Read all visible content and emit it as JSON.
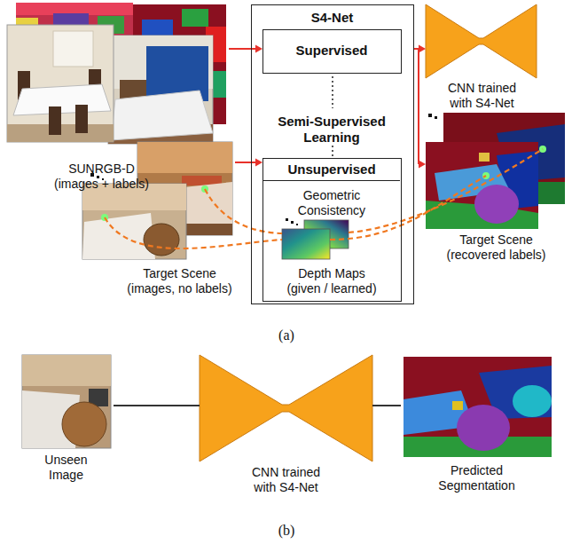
{
  "diagram": {
    "nodes": [
      {
        "text": [
          "SUNRGB-D (images + labels)"
        ]
      },
      {
        "text": [
          "S4-Net",
          "Semi-Supervised Learning"
        ]
      },
      {
        "text": [
          "Supervised"
        ],
        "in": 1
      },
      {
        "text": [
          "Unsupervised",
          "Geometric Consistency",
          "Depth Maps (given / learned)"
        ],
        "in": 1
      },
      {
        "text": [
          "CNN trained with S4-Net"
        ]
      },
      {
        "text": [
          "Target Scene (images, no labels)"
        ]
      },
      {
        "text": [
          "Target Scene (recovered labels)"
        ]
      },
      {
        "text": [
          "Unseen Image"
        ]
      },
      {
        "text": [
          "CNN trained with S4-Net"
        ]
      },
      {
        "text": [
          "Predicted Segmentation"
        ]
      }
    ],
    "edges": [
      {
        "from": 0,
        "to": 2,
        "arrow": "to"
      },
      {
        "from": 5,
        "to": 3,
        "arrow": "to"
      },
      {
        "from": 1,
        "to": 4,
        "arrow": "to"
      },
      {
        "from": 1,
        "to": 6,
        "arrow": "to"
      },
      {
        "from": 7,
        "to": 8,
        "arrow": "none"
      },
      {
        "from": 8,
        "to": 9,
        "arrow": "none"
      }
    ],
    "labels": [
      "(a)",
      "(b)"
    ]
  }
}
